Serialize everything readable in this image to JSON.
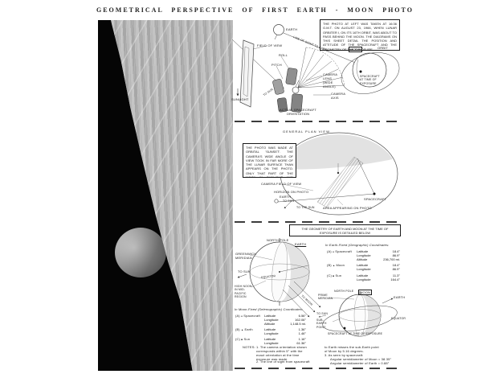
{
  "page": {
    "title": "GEOMETRICAL  PERSPECTIVE  OF  FIRST  EARTH - MOON  PHOTO"
  },
  "top_view": {
    "caption": "THE PHOTO AT LEFT WAS TAKEN AT 16:36 G.M.T. ON AUGUST 23, 1966, WHEN LUNAR ORBITER I, ON ITS 16TH ORBIT, WAS ABOUT TO PASS BEHIND THE MOON. THE DIAGRAMS ON THIS SHEET DETAIL THE POSITION AND ATTITUDE OF THE SPACECRAFT AND THE GEOMETRY OF THE EXPOSURE.",
    "labels": {
      "earth": "EARTH",
      "line_of_sight": "LINE OF SIGHT TO EARTH",
      "field_of_view": "FIELD OF VIEW",
      "roll": "ROLL",
      "pitch": "PITCH",
      "camera_lens": "CAMERA LENS (WIDE ANGLE)",
      "camera_axis": "CAMERA AXIS",
      "orientation": "ACTUAL SPACECRAFT ORIENTATION",
      "sunlight": "SUNLIGHT",
      "to_sun": "TO SUN",
      "moon": "MOON",
      "orbit": "ORBIT",
      "spacecraft": "SPACECRAFT AT TIME OF EXPOSURE"
    }
  },
  "plan_view": {
    "title": "GENERAL PLAN VIEW",
    "caption": "THE PHOTO WAS MADE AT ORBITAL 'SUNSET'. THE CAMERA'S WIDE ANGLE OF VIEW TOOK IN FAR MORE OF THE LUNAR SURFACE THAN APPEARS ON THE PHOTO. ONLY THAT PART OF THE MOON IN SUNLIGHT AND WITHIN THE FIELD OF VIEW REGISTERED ON THE FILM.",
    "labels": {
      "camera_fov": "CAMERA FIELD OF VIEW",
      "horizon": "HORIZON ON PHOTO",
      "earth": "EARTH",
      "to_sun": "TO SUN",
      "the_sun": "TO THE SUN",
      "area": "AREA APPEARING ON PHOTO",
      "spacecraft": "SPACECRAFT"
    }
  },
  "geometry": {
    "heading": "THE GEOMETRY OF EARTH AND MOON AT THE TIME OF EXPOSURE IS DETAILED BELOW",
    "earth_globe": {
      "north_pole": "NORTH POLE",
      "earth": "EARTH",
      "greenwich": "GREENWICH MERIDIAN",
      "to_sun": "TO SUN",
      "equator": "EQUATOR",
      "high_noon": "HIGH NOON IN MID-PACIFIC REGION",
      "to_moon": "TO MOON"
    },
    "earth_table": {
      "header": "In Earth-Fixed (Geographic) Coordinates:",
      "rows": [
        {
          "key": "(A)",
          "marker": "●",
          "name": "Spacecraft",
          "f1": "Latitude",
          "v1": "18.4°",
          "f2": "Longitude",
          "v2": "86.9°",
          "f3": "Altitude",
          "v3": "236,700 mi."
        },
        {
          "key": "(B)",
          "marker": "▲",
          "name": "Moon",
          "f1": "Latitude",
          "v1": "18.4°",
          "f2": "Longitude",
          "v2": "86.9°"
        },
        {
          "key": "(C)",
          "marker": "■",
          "name": "Sun",
          "f1": "Latitude",
          "v1": "11.3°",
          "f2": "Longitude",
          "v2": "164.4°"
        }
      ]
    },
    "moon_table": {
      "header": "In Moon-Fixed (Selenographic) Coordinates:",
      "rows": [
        {
          "key": "(A)",
          "marker": "●",
          "name": "Spacecraft",
          "f1": "Latitude",
          "v1": "6.56°",
          "f2": "Longitude",
          "v2": "162.06°",
          "f3": "Altitude",
          "v3": "1,148.5 mi."
        },
        {
          "key": "(B)",
          "marker": "▲",
          "name": "Earth",
          "f1": "Latitude",
          "v1": "1.36°",
          "f2": "Longitude",
          "v2": "1.46°"
        },
        {
          "key": "(C)",
          "marker": "■",
          "name": "Sun",
          "f1": "Latitude",
          "v1": "1.16°",
          "f2": "Longitude",
          "v2": "61.36°"
        }
      ]
    },
    "moon_globe": {
      "north_pole": "NORTH POLE",
      "moon": "MOON",
      "prime_meridian": "PRIME MERIDIAN",
      "earth": "EARTH",
      "equator": "EQUATOR",
      "to_sun": "TO SUN",
      "sub_earth": "SUB-EARTH POINT",
      "spacecraft": "SPACECRAFT AT TIME OF EXPOSURE"
    },
    "notes": {
      "label": "NOTES:",
      "n1": "1.  The camera orientation shown corresponds within 5° with the exact orientation at the time exposure was made.",
      "n2": "2.  The line of sight from spacecraft",
      "n2b": "to Earth misses the sub-Earth point of Moon by 5.16 degrees.",
      "n3": "3.  As seen by spacecraft:",
      "n3a": "Angular semidiameter of Moon = 38.35°",
      "n3b": "Angular semidiameter of Earth = 0.88°"
    }
  }
}
